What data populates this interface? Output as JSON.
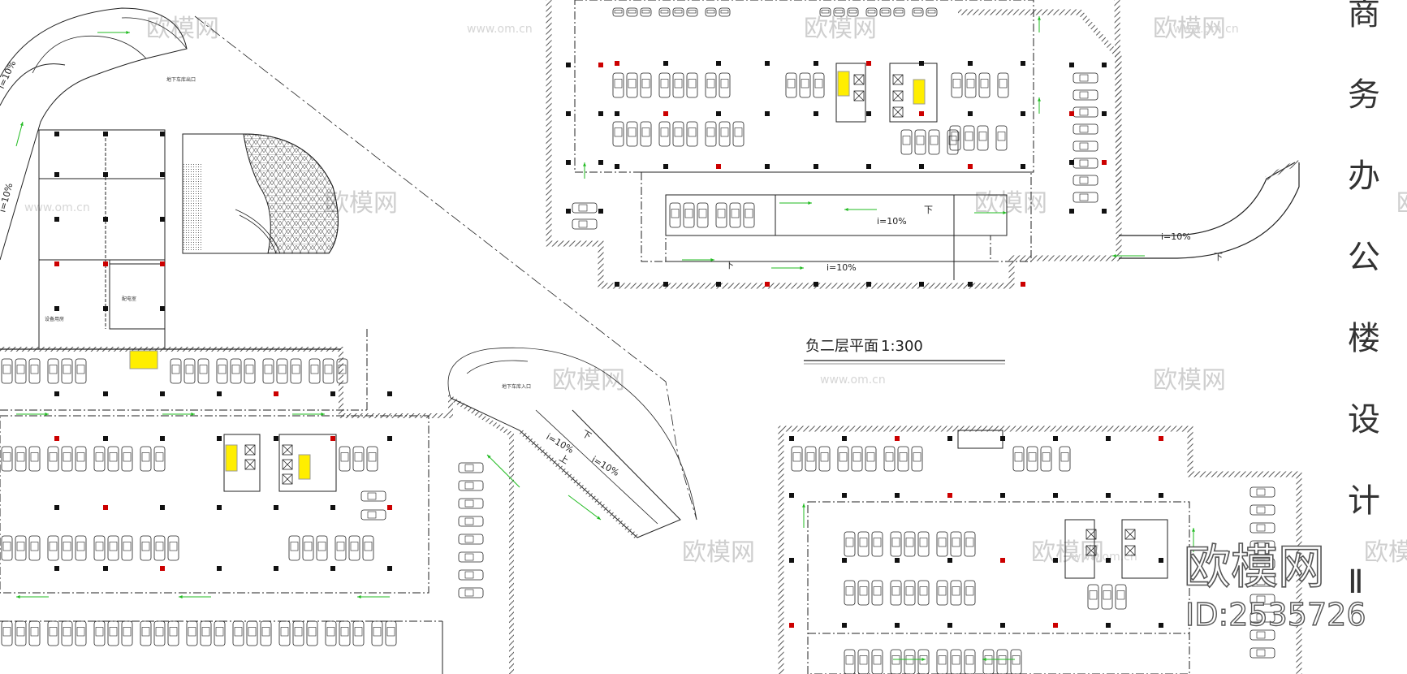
{
  "plan": {
    "title": "负二层平面",
    "scale": "1:300",
    "vertical_title": [
      "商",
      "务",
      "办",
      "公",
      "楼",
      "设",
      "计",
      "Ⅱ"
    ]
  },
  "ramps": {
    "slope_label": "i=10%",
    "down_label": "下",
    "up_label": "上"
  },
  "annotations": {
    "exit_a": "地下车库出口",
    "exit_b": "地下车库入口",
    "room_a": "设备用房",
    "room_b": "配电室"
  },
  "watermark": {
    "brand": "欧模网",
    "url": "www.om.cn",
    "logo_id": "ID:2535726"
  },
  "colors": {
    "line": "#222222",
    "wall_hatch": "#555555",
    "arrow": "#22bb22",
    "elevator": "#ffee00",
    "column": "#111111",
    "red_column": "#cc0000",
    "watermark": "#cfcfcf"
  }
}
